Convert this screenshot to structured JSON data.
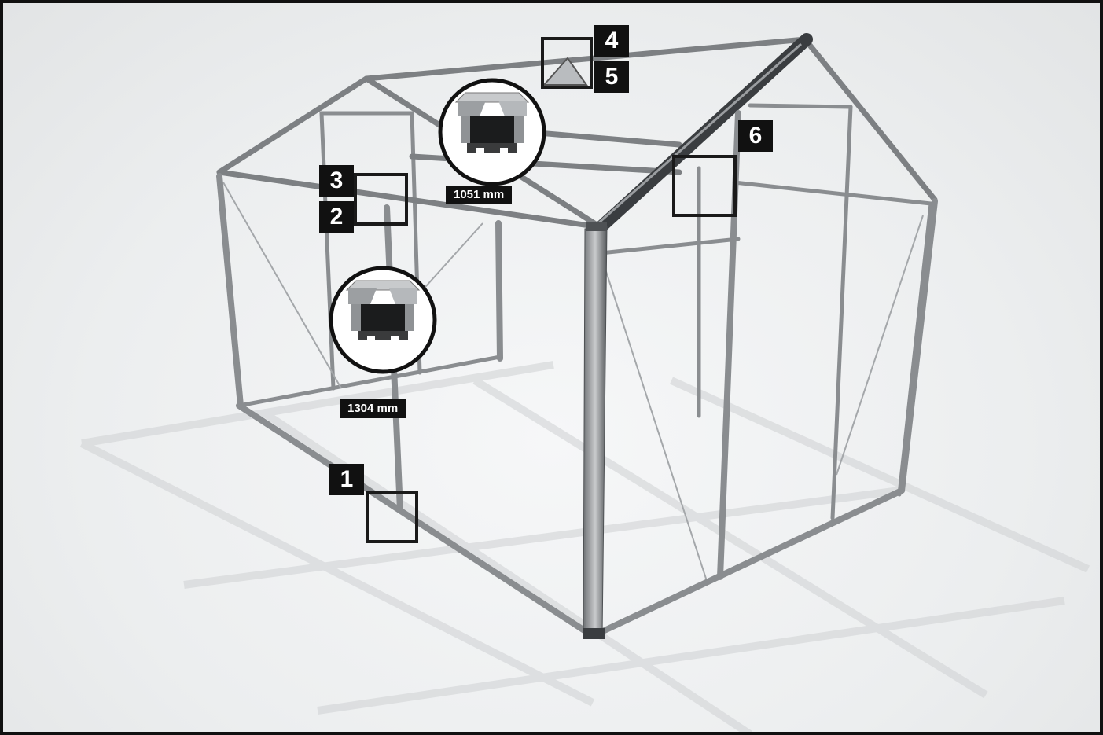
{
  "callouts": [
    "1",
    "2",
    "3",
    "4",
    "5",
    "6"
  ],
  "profiles": {
    "roof": {
      "dimension": "1051 mm",
      "icon": "aluminium-profile-cross-section-icon"
    },
    "side": {
      "dimension": "1304 mm",
      "icon": "aluminium-profile-cross-section-icon"
    }
  },
  "colors": {
    "frame": "#111111",
    "aluminium": "#8a8d90",
    "background": "#eceeef"
  }
}
